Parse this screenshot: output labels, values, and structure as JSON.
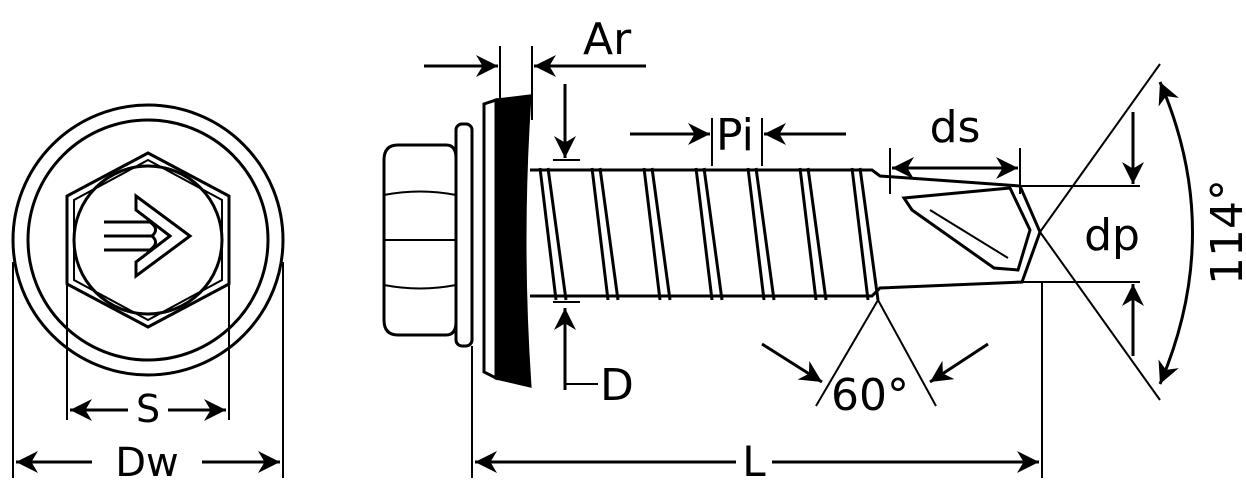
{
  "labels": {
    "ar": "Ar",
    "pi": "Pi",
    "ds": "ds",
    "dp": "dp",
    "angle_tip": "114°",
    "angle_thread": "60°",
    "d": "D",
    "l": "L",
    "s": "S",
    "dw": "Dw"
  },
  "colors": {
    "line": "#000000",
    "washer_fill": "#000000",
    "background": "#ffffff"
  },
  "icons": {
    "brand_logo": "logo-icon"
  }
}
